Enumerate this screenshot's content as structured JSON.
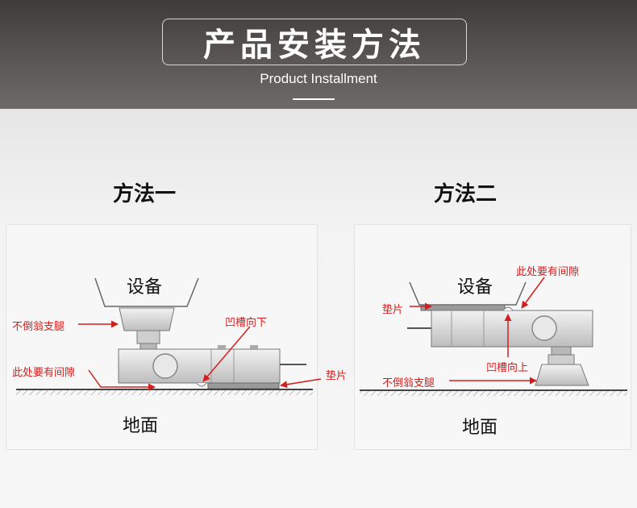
{
  "header": {
    "title": "产品安装方法",
    "subtitle": "Product Installment"
  },
  "methods": [
    {
      "title": "方法一",
      "equipment": "设备",
      "ground": "地面",
      "labels": {
        "foot": "不倒翁支腿",
        "groove": "凹槽向下",
        "gap": "此处要有间隙",
        "shim": "垫片"
      }
    },
    {
      "title": "方法二",
      "equipment": "设备",
      "ground": "地面",
      "labels": {
        "gap": "此处要有间隙",
        "shim": "垫片",
        "groove": "凹槽向上",
        "foot": "不倒翁支腿"
      }
    }
  ],
  "colors": {
    "annotation": "#d41e1e",
    "banner": "#4a4746"
  }
}
